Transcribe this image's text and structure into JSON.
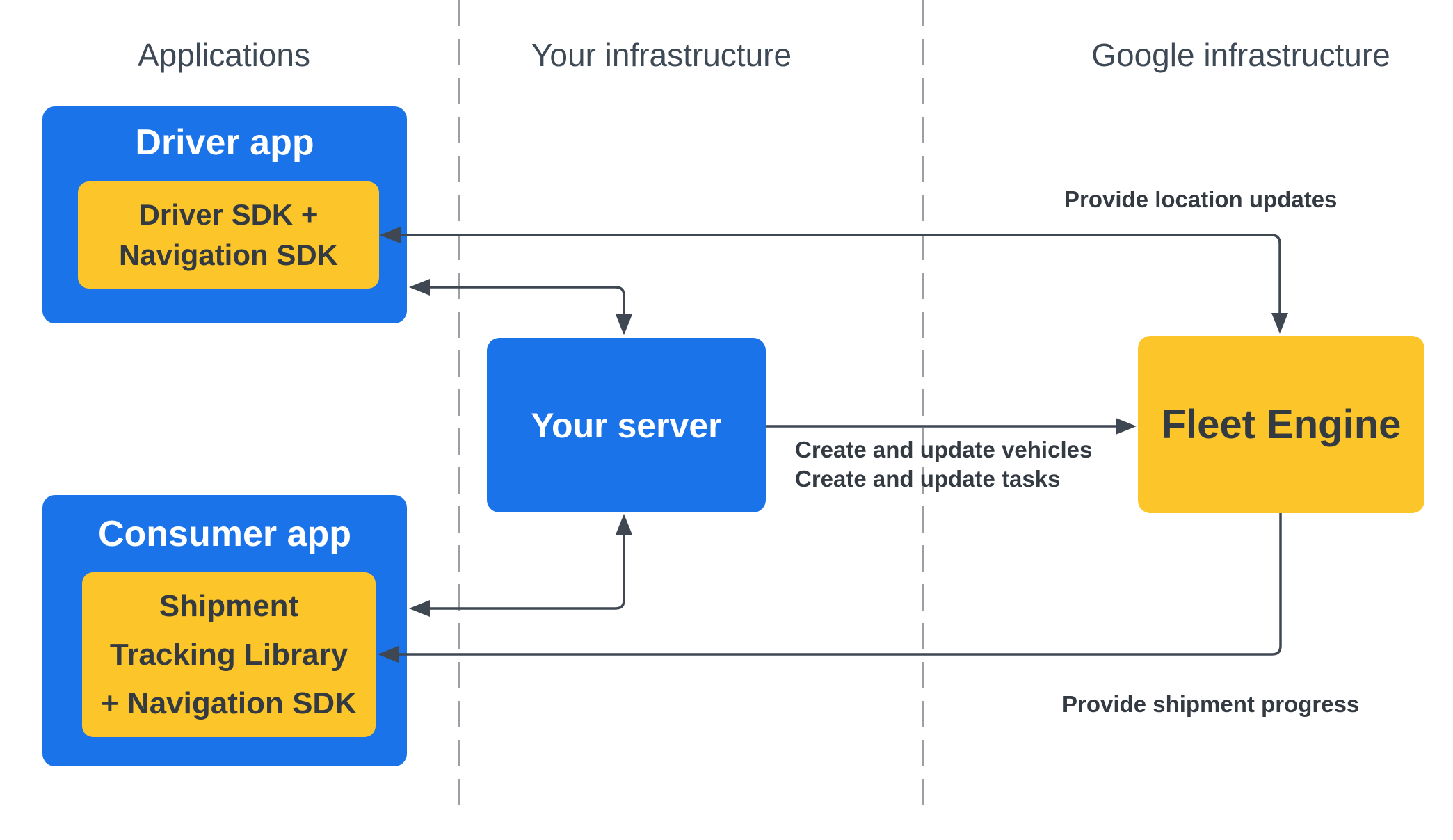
{
  "columns": [
    {
      "label": "Applications"
    },
    {
      "label": "Your infrastructure"
    },
    {
      "label": "Google infrastructure"
    }
  ],
  "nodes": {
    "driver_app": {
      "title": "Driver app",
      "sdk_line1": "Driver SDK +",
      "sdk_line2": "Navigation SDK"
    },
    "your_server": {
      "title": "Your server"
    },
    "fleet_engine": {
      "title": "Fleet Engine"
    },
    "consumer_app": {
      "title": "Consumer app",
      "sdk_line1": "Shipment",
      "sdk_line2": "Tracking Library",
      "sdk_line3": "+ Navigation SDK"
    }
  },
  "edge_labels": {
    "provide_location_updates": "Provide location updates",
    "create_update_vehicles": "Create and update vehicles",
    "create_update_tasks": "Create and update tasks",
    "provide_shipment_progress": "Provide shipment progress"
  },
  "colors": {
    "blue": "#1a73e8",
    "yellow": "#fcc62a",
    "line": "#3e4752",
    "dashed_divider": "#9aa0a6",
    "dark_text": "#333a42",
    "header_text": "#3e4956",
    "white_text": "#ffffff"
  }
}
